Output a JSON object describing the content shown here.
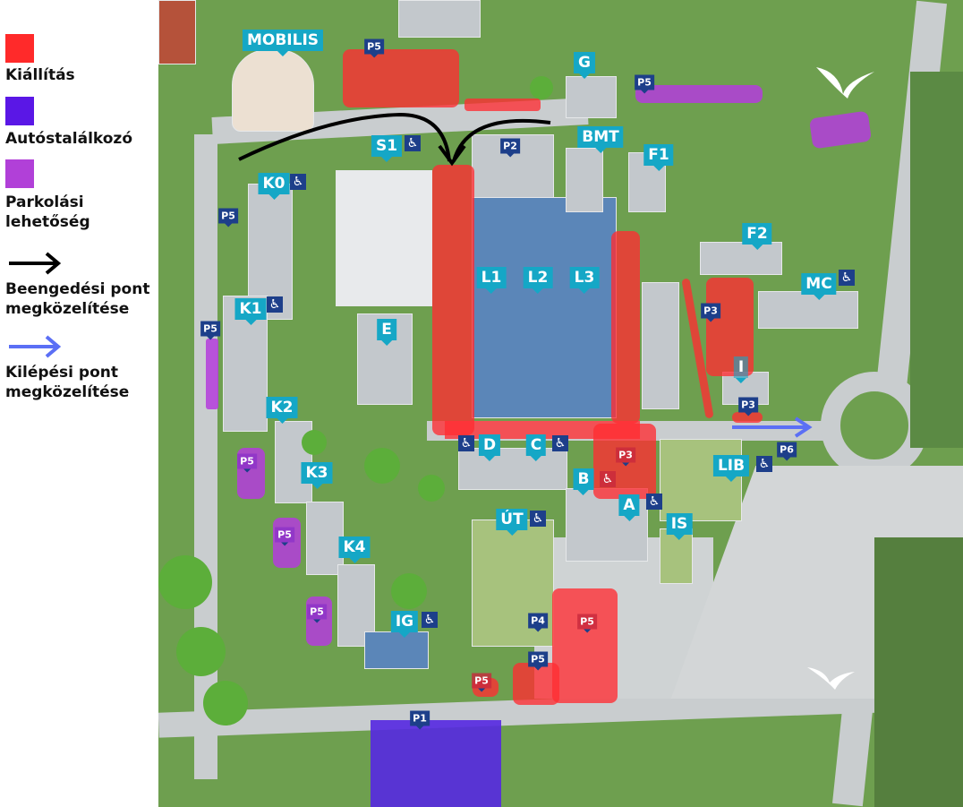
{
  "legend": {
    "items": [
      {
        "label": "Kiállítás",
        "color": "#ff2a2a"
      },
      {
        "label": "Autóstalálkozó",
        "color": "#5a17e6"
      },
      {
        "label": "Parkolási lehetőség",
        "color": "#b140d8"
      },
      {
        "label": "Beengedési pont megközelítése",
        "color": "#000000"
      },
      {
        "label": "Kilépési pont megközelítése",
        "color": "#5b6ff5"
      }
    ]
  },
  "buildings": [
    "MOBILIS",
    "S1",
    "K0",
    "G",
    "BMT",
    "F1",
    "F2",
    "MC",
    "L1",
    "L2",
    "L3",
    "E",
    "K1",
    "K2",
    "I",
    "D",
    "C",
    "B",
    "A",
    "LIB",
    "IS",
    "K3",
    "K4",
    "ÚT",
    "IG"
  ],
  "parking": [
    "P5",
    "P5",
    "P2",
    "P5",
    "P5",
    "P3",
    "P3",
    "P3",
    "P6",
    "P5",
    "P5",
    "P5",
    "P4",
    "P5",
    "P5",
    "P5",
    "P1"
  ],
  "wheelchair_symbol": "♿"
}
